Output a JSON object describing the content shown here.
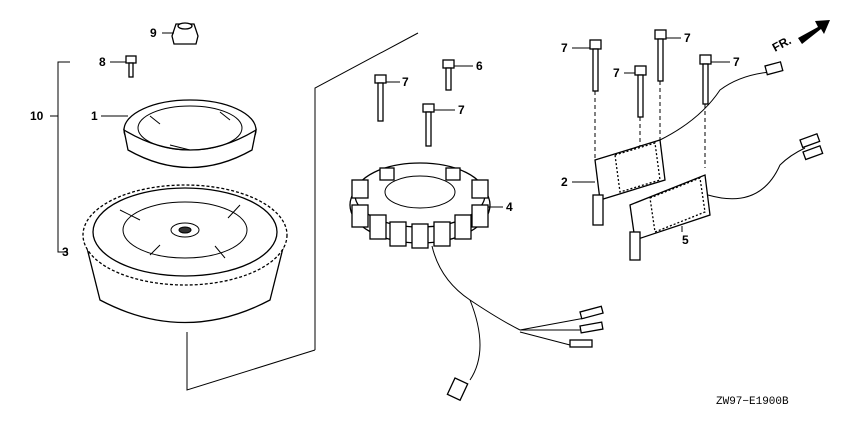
{
  "callouts": {
    "nut": "9",
    "bolt_flywheel": "8",
    "assembly": "10",
    "ring": "1",
    "flywheel": "3",
    "bolt_a": "7",
    "bolt_b": "6",
    "bolt_c": "7",
    "stator": "4",
    "bolt_d": "7",
    "bolt_e": "7",
    "bolt_f": "7",
    "bolt_g": "7",
    "coil_a": "2",
    "coil_b": "5"
  },
  "direction_label": "FR.",
  "diagram_code": "ZW97−E1900B"
}
